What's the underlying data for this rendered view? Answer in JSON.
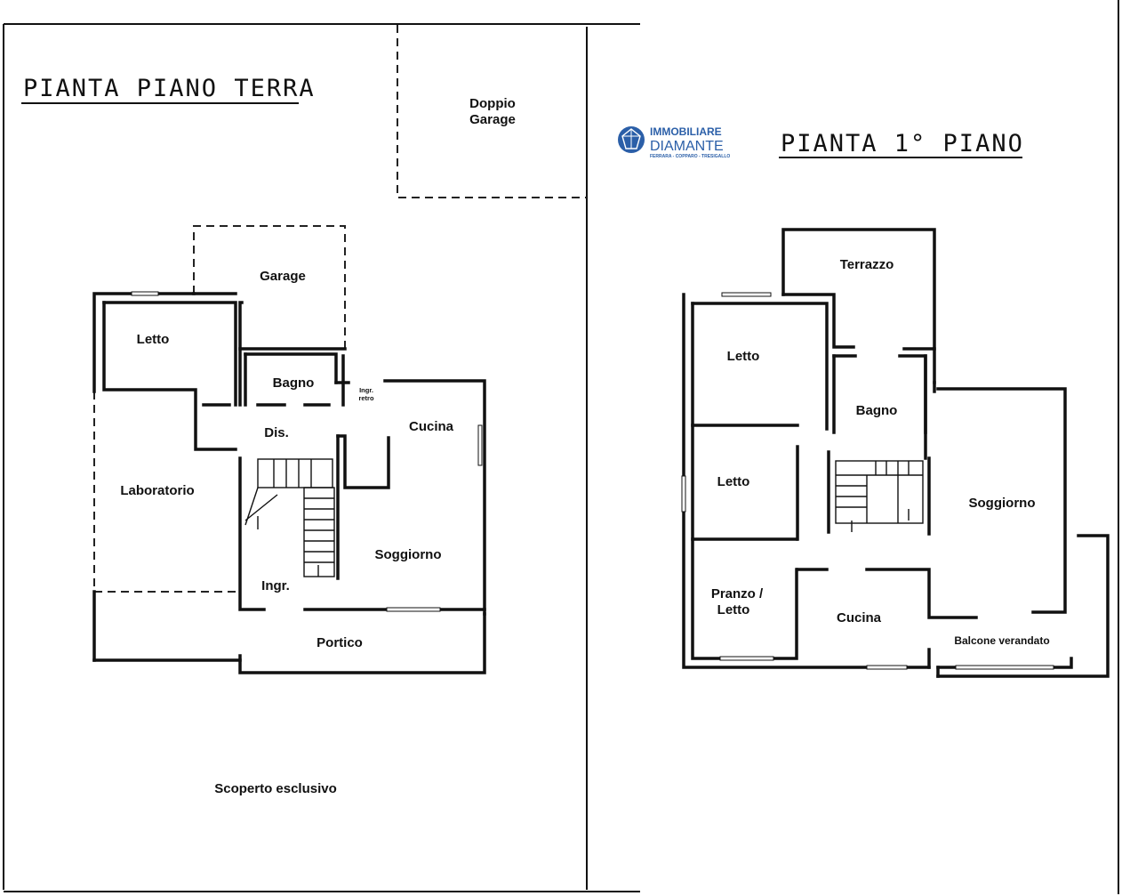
{
  "ground_floor": {
    "title": "PIANTA PIANO TERRA",
    "rooms": {
      "doppio_garage": [
        "Doppio",
        "Garage"
      ],
      "garage": "Garage",
      "letto": "Letto",
      "bagno": "Bagno",
      "ingr_retro": [
        "Ingr.",
        "retro"
      ],
      "cucina": "Cucina",
      "dis": "Dis.",
      "laboratorio": "Laboratorio",
      "soggiorno": "Soggiorno",
      "ingr": "Ingr.",
      "portico": "Portico",
      "scoperto": "Scoperto esclusivo"
    }
  },
  "first_floor": {
    "title": "PIANTA 1° PIANO",
    "rooms": {
      "terrazzo": "Terrazzo",
      "letto_1": "Letto",
      "bagno": "Bagno",
      "letto_2": "Letto",
      "soggiorno": "Soggiorno",
      "pranzo_letto": [
        "Pranzo /",
        "Letto"
      ],
      "cucina": "Cucina",
      "balcone": "Balcone verandato"
    }
  },
  "logo": {
    "line1": "IMMOBILIARE",
    "line2": "DIAMANTE",
    "line3": "FERRARA - COPPARO - TRESIGALLO",
    "color": "#2b5fa8",
    "icon": "diamond-icon"
  }
}
